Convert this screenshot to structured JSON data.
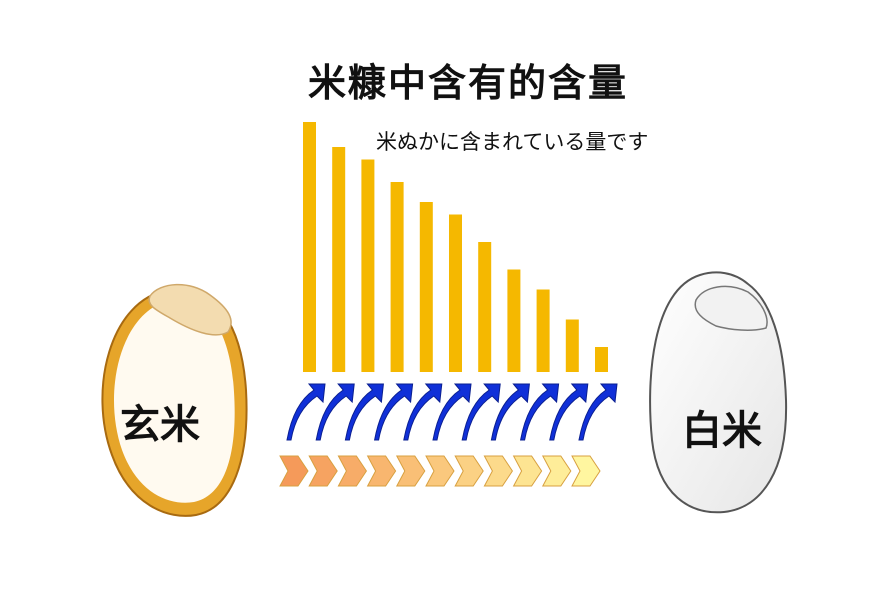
{
  "title": "米糠中含有的含量",
  "subtitle": "米ぬかに含まれている量です",
  "labels": {
    "brown_rice": "玄米",
    "white_rice": "白米"
  },
  "colors": {
    "bar": "#f5b800",
    "blue_arrow": "#1030d8",
    "chevron_start": "#f59a5a",
    "chevron_end": "#fff6a0",
    "brown_grain_rim": "#e0a020",
    "white_grain_outline": "#555555"
  },
  "chart_data": {
    "type": "bar",
    "levels": [
      1.0,
      0.9,
      0.85,
      0.76,
      0.68,
      0.63,
      0.52,
      0.41,
      0.33,
      0.21,
      0.1
    ]
  },
  "arrows": {
    "count": 11,
    "icon": "curved-arrow-up",
    "chevron_icon": "chevron-right"
  }
}
